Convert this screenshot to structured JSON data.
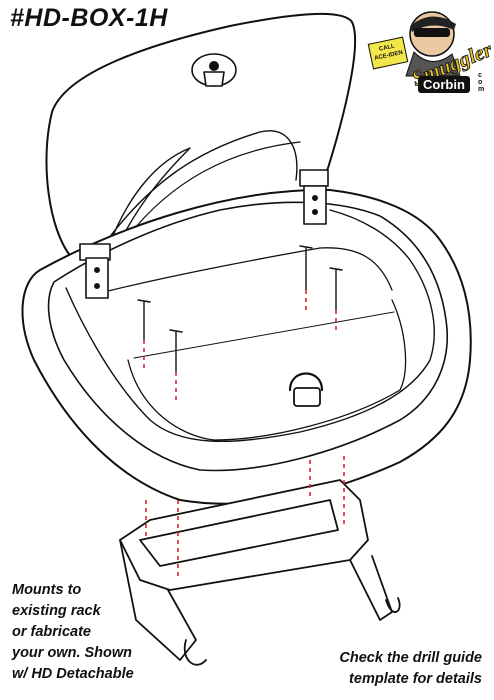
{
  "title": "#HD-BOX-1H",
  "notes": {
    "left_lines": [
      "Mounts to",
      "existing rack",
      "or fabricate",
      "your own. Shown",
      "w/ HD Detachable"
    ],
    "right_lines": [
      "Check the drill guide",
      "template for details"
    ]
  },
  "logo": {
    "badge_top": "CALL",
    "badge_mid": "ACE-IDEN",
    "script": "Smuggler",
    "registered": "®",
    "brand": "Corbin",
    "com": "c o m"
  },
  "colors": {
    "line": "#111111",
    "guide": "#d6262c",
    "background": "#ffffff",
    "logo_yellow": "#e8c320"
  },
  "icons": {
    "latch": "lock-latch-icon",
    "hinge": "hinge-icon",
    "bolt": "bolt-icon",
    "rack": "detachable-rack-icon"
  }
}
